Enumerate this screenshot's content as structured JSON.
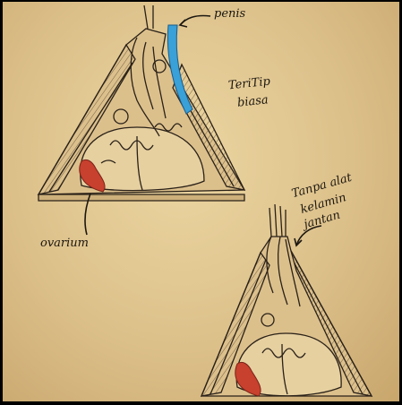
{
  "labels": {
    "penis": "penis",
    "teritip_line1": "TeriTip",
    "teritip_line2": "biasa",
    "tanpa_line1": "Tanpa alat",
    "tanpa_line2": "kelamin",
    "tanpa_line3": "jantan",
    "ovarium": "ovarium"
  },
  "colors": {
    "paper": "#e3c892",
    "ink": "#2a2118",
    "penis_blue": "#3aa0d8",
    "ovary_red": "#c8402e"
  },
  "icons": [
    "barnacle-drawing-normal",
    "barnacle-drawing-no-male-organ",
    "arrow"
  ]
}
